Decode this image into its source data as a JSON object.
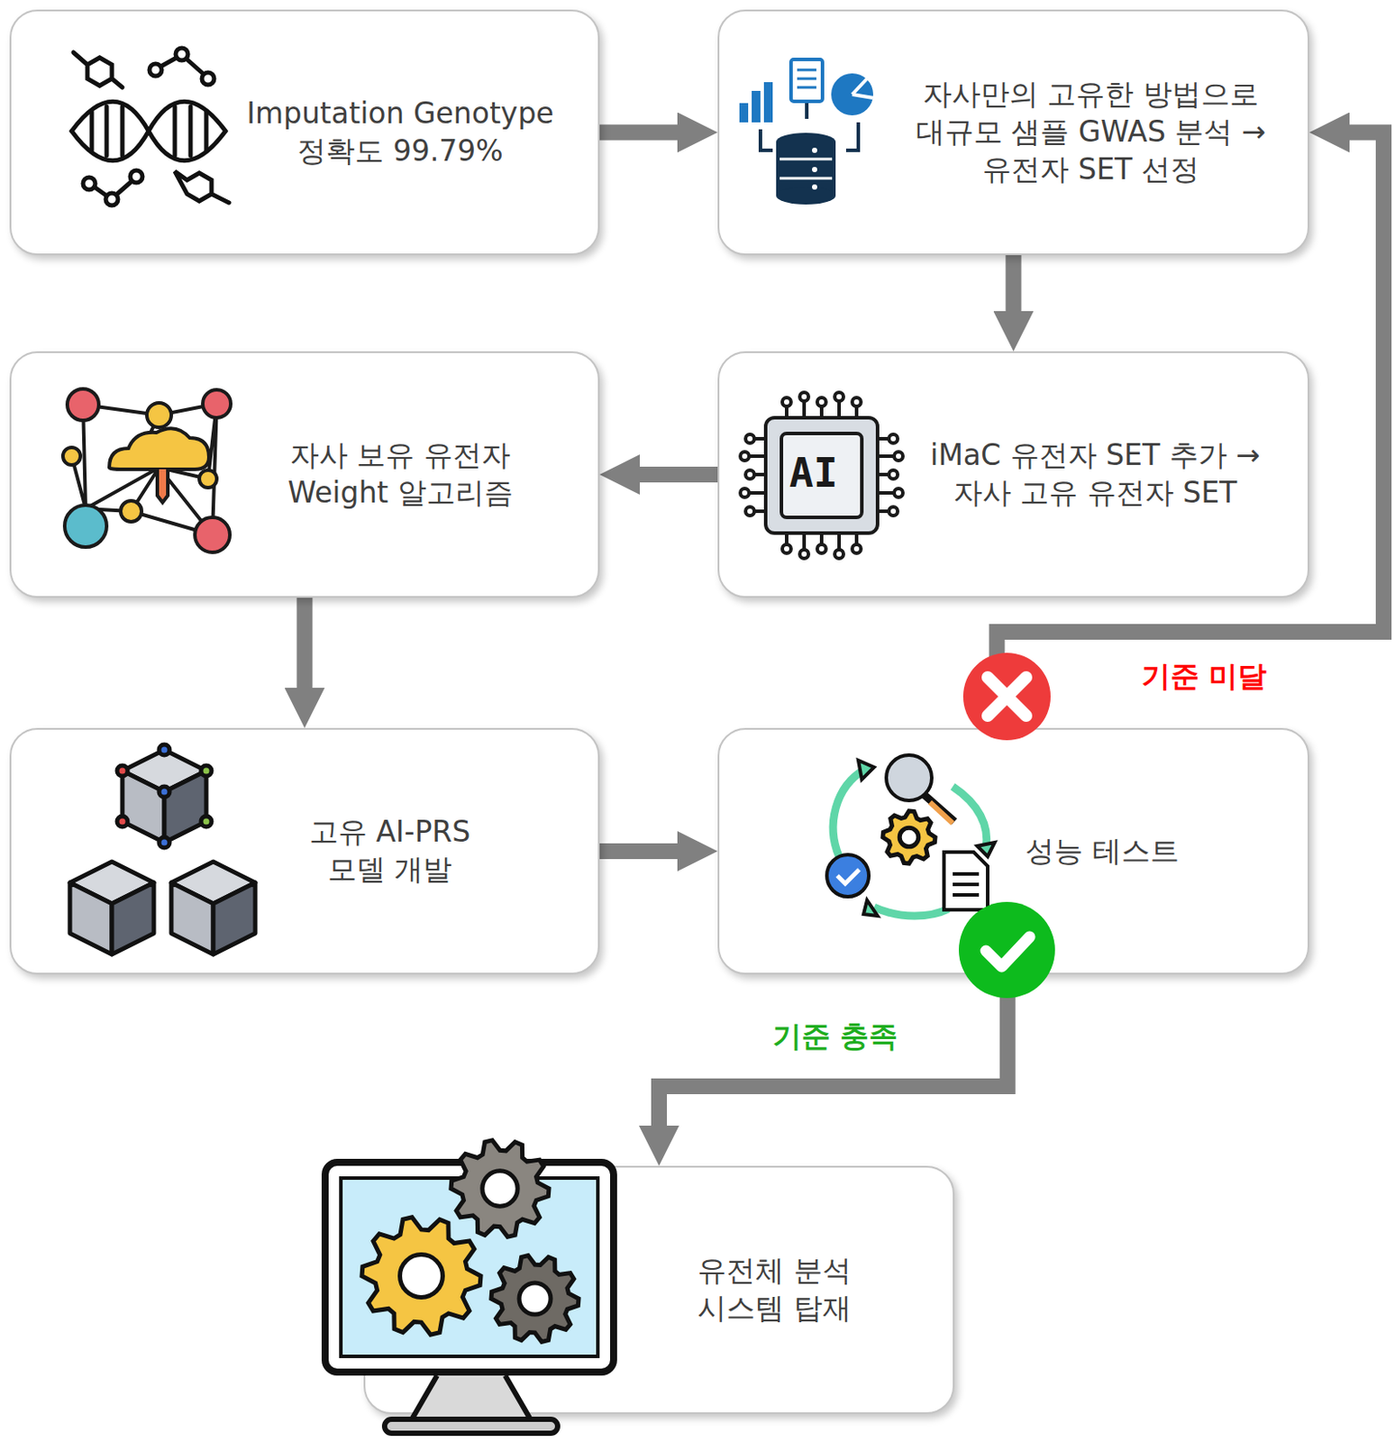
{
  "diagram": {
    "nodes": [
      {
        "text": [
          "Imputation Genotype 정확도 99.79%"
        ]
      },
      {
        "text": [
          "자사만의 고유한 방법으로 대규모 샘플 GWAS 분석 →유전자 SET 선정"
        ]
      },
      {
        "text": [
          "자사 보유 유전자 Weight 알고리즘"
        ]
      },
      {
        "text": [
          "iMaC 유전자 SET 추가 →자사 고유 유전자 SET"
        ]
      },
      {
        "text": [
          "고유 AI-PRS 모델 개발"
        ]
      },
      {
        "text": [
          "성능 테스트"
        ]
      },
      {
        "text": [
          "유전체 분석 시스템 탑재"
        ]
      }
    ],
    "edges": [
      {
        "from": 0,
        "to": 1,
        "arrow": "to"
      },
      {
        "from": 1,
        "to": 3,
        "arrow": "to"
      },
      {
        "from": 3,
        "to": 2,
        "arrow": "to"
      },
      {
        "from": 2,
        "to": 4,
        "arrow": "to"
      },
      {
        "from": 4,
        "to": 5,
        "arrow": "to"
      },
      {
        "from": 5,
        "to": 1,
        "label": "기준 미달",
        "arrow": "to"
      },
      {
        "from": 5,
        "to": 6,
        "label": "기준 충족",
        "arrow": "to"
      }
    ],
    "labels": [
      "AI"
    ]
  }
}
